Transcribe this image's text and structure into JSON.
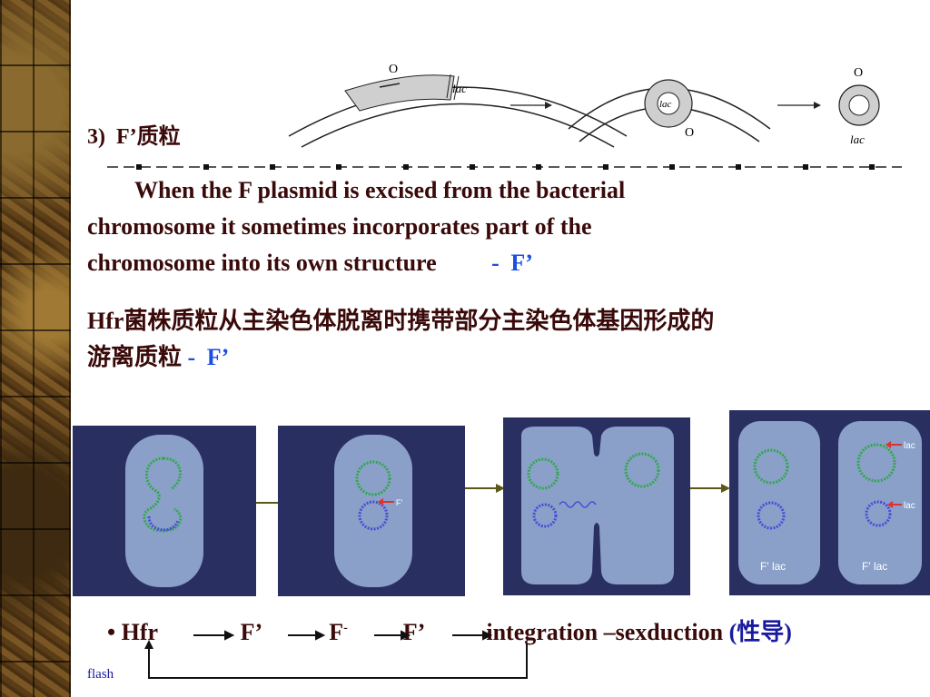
{
  "heading": {
    "number": "3)",
    "label": "F’质粒"
  },
  "english": {
    "line1": "When the F plasmid is excised from the bacterial",
    "line2": "chromosome it sometimes incorporates part of the",
    "line3": "chromosome into its own structure",
    "dash": "-",
    "fprime": "F’"
  },
  "chinese": {
    "line1": "Hfr菌株质粒从主染色体脱离时携带部分主染色体基因形成的",
    "line2": "游离质粒",
    "dash": "-",
    "fprime": "F’"
  },
  "diagram": {
    "o_label": "O",
    "lac_label": "lac"
  },
  "panels": {
    "fprime_marker": "F'",
    "lac_marker": "lac",
    "caption1": "F' lac",
    "caption2": "F' lac"
  },
  "bullet": {
    "mark": "•",
    "hfr": "Hfr",
    "fprime1": "F’",
    "fminus": "F",
    "fminus_sup": "-",
    "fprime2": "F’",
    "integration": "integration –sexduction",
    "xingdao": "(性导)"
  },
  "flash": "flash",
  "colors": {
    "text": "#3a0a0a",
    "accent_blue": "#1b4fe0",
    "panel_bg": "#2a2f62",
    "cell": "#8aa0c8",
    "arrow": "#5a5a14"
  }
}
